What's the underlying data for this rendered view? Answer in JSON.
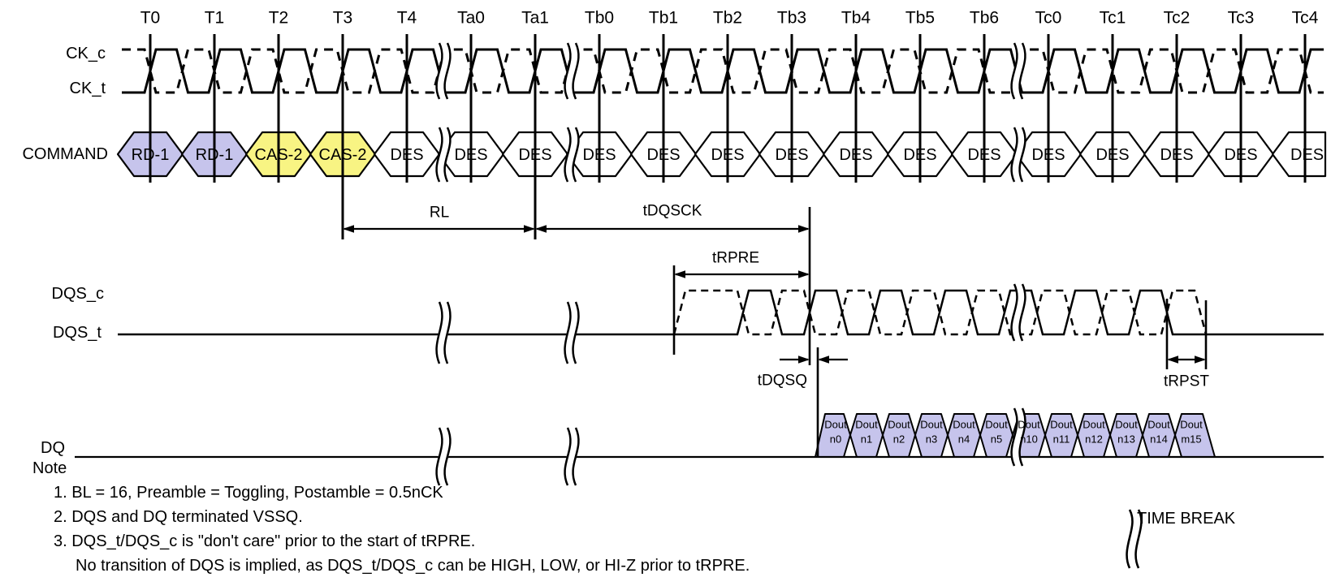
{
  "figure": {
    "background": "#ffffff",
    "ticks": [
      "T0",
      "T1",
      "T2",
      "T3",
      "T4",
      "Ta0",
      "Ta1",
      "Tb0",
      "Tb1",
      "Tb2",
      "Tb3",
      "Tb4",
      "Tb5",
      "Tb6",
      "Tc0",
      "Tc1",
      "Tc2",
      "Tc3",
      "Tc4"
    ],
    "signals": {
      "clock_complement": "CK_c",
      "clock_true": "CK_t",
      "command": "COMMAND",
      "dqs_complement": "DQS_c",
      "dqs_true": "DQS_t",
      "dq": "DQ"
    },
    "commands": [
      {
        "label": "RD-1",
        "type": "read"
      },
      {
        "label": "RD-1",
        "type": "read"
      },
      {
        "label": "CAS-2",
        "type": "cas"
      },
      {
        "label": "CAS-2",
        "type": "cas"
      },
      {
        "label": "DES",
        "type": "des"
      },
      {
        "label": "DES",
        "type": "des"
      },
      {
        "label": "DES",
        "type": "des"
      },
      {
        "label": "DES",
        "type": "des"
      },
      {
        "label": "DES",
        "type": "des"
      },
      {
        "label": "DES",
        "type": "des"
      },
      {
        "label": "DES",
        "type": "des"
      },
      {
        "label": "DES",
        "type": "des"
      },
      {
        "label": "DES",
        "type": "des"
      },
      {
        "label": "DES",
        "type": "des"
      },
      {
        "label": "DES",
        "type": "des"
      },
      {
        "label": "DES",
        "type": "des"
      },
      {
        "label": "DES",
        "type": "des"
      },
      {
        "label": "DES",
        "type": "des"
      },
      {
        "label": "DES",
        "type": "des"
      }
    ],
    "dq_prefix": "Dout",
    "dq_beats": [
      "n0",
      "n1",
      "n2",
      "n3",
      "n4",
      "n5",
      "n10",
      "n11",
      "n12",
      "n13",
      "n14",
      "m15"
    ],
    "timing_labels": {
      "read_latency": "RL",
      "dqs_output_access": "tDQSCK",
      "read_preamble": "tRPRE",
      "dqs_dq_skew": "tDQSQ",
      "read_postamble": "tRPST"
    },
    "notes": {
      "heading": "Note",
      "lines": [
        "1. BL = 16, Preamble = Toggling, Postamble = 0.5nCK",
        "2. DQS and DQ terminated VSSQ.",
        "3. DQS_t/DQS_c is \"don't care\" prior to the start of tRPRE.",
        "No transition of DQS is implied, as DQS_t/DQS_c can be HIGH, LOW, or HI-Z prior to tRPRE."
      ]
    },
    "legend": {
      "time_break": "TIME BREAK"
    },
    "colors": {
      "read_fill": "#c6c4ec",
      "cas_fill": "#f8f483",
      "des_fill": "#ffffff",
      "data_fill": "#c6c4ec",
      "stroke": "#000000"
    }
  }
}
